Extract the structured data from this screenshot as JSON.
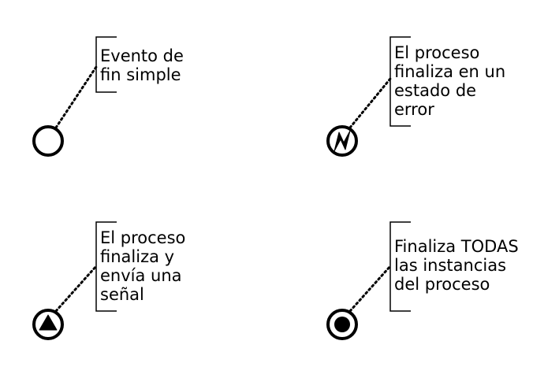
{
  "diagram": {
    "colors": {
      "stroke": "#000000",
      "fill": "#ffffff",
      "text": "#000000"
    },
    "events": [
      {
        "name": "simple-end-event",
        "icon": "empty-circle-icon",
        "annotation": [
          "Evento de",
          "fin simple"
        ]
      },
      {
        "name": "error-end-event",
        "icon": "error-lightning-icon",
        "annotation": [
          "El proceso",
          "finaliza en un",
          "estado de",
          "error"
        ]
      },
      {
        "name": "signal-end-event",
        "icon": "signal-triangle-icon",
        "annotation": [
          "El proceso",
          "finaliza y",
          "envía una",
          "señal"
        ]
      },
      {
        "name": "terminate-end-event",
        "icon": "terminate-filled-circle-icon",
        "annotation": [
          "Finaliza TODAS",
          "las instancias",
          "del proceso"
        ]
      }
    ]
  }
}
